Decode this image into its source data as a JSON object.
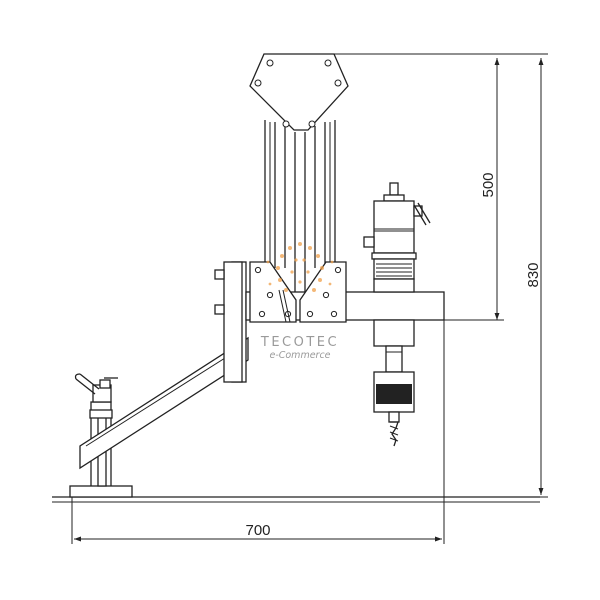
{
  "dimensions": {
    "height_upper": "500",
    "height_total": "830",
    "width_total": "700"
  },
  "watermark": {
    "brand": "TECOTEC",
    "tagline": "e-Commerce",
    "accent_color": "#f0a04a"
  }
}
